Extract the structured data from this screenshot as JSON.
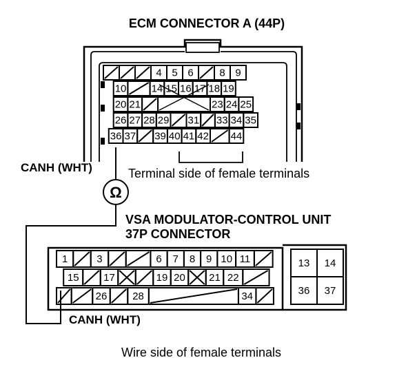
{
  "title": "ECM CONNECTOR A (44P)",
  "ecm_connector": {
    "rows": [
      [
        "/",
        "/",
        "/",
        "4",
        "5",
        "6",
        "/",
        "8",
        "9"
      ],
      [
        "10",
        "/",
        "14",
        "15",
        "16",
        "17",
        "18",
        "19"
      ],
      [
        "20",
        "21",
        "/",
        "23",
        "24",
        "25"
      ],
      [
        "26",
        "27",
        "28",
        "29",
        "/",
        "31",
        "/",
        "33",
        "34",
        "35"
      ],
      [
        "36",
        "37",
        "/",
        "39",
        "40",
        "41",
        "42",
        "/",
        "44"
      ]
    ],
    "side_label": "Terminal side of female terminals"
  },
  "probe": {
    "top_label": "CANH (WHT)",
    "meter_symbol": "Ω",
    "bottom_label": "CANH (WHT)"
  },
  "vsa_connector": {
    "title_line1": "VSA MODULATOR-CONTROL UNIT",
    "title_line2": "37P CONNECTOR",
    "rows": [
      [
        "1",
        "/",
        "3",
        "/",
        "/",
        "6",
        "7",
        "8",
        "9",
        "10",
        "11",
        "/"
      ],
      [
        "15",
        "/",
        "17",
        "X",
        "/",
        "19",
        "20",
        "X",
        "21",
        "22",
        "/"
      ],
      [
        "/",
        "/",
        "26",
        "/",
        "28",
        "/",
        "34",
        "/"
      ]
    ],
    "side_grid": [
      "13",
      "14",
      "36",
      "37"
    ],
    "side_label": "Wire side of female terminals"
  }
}
